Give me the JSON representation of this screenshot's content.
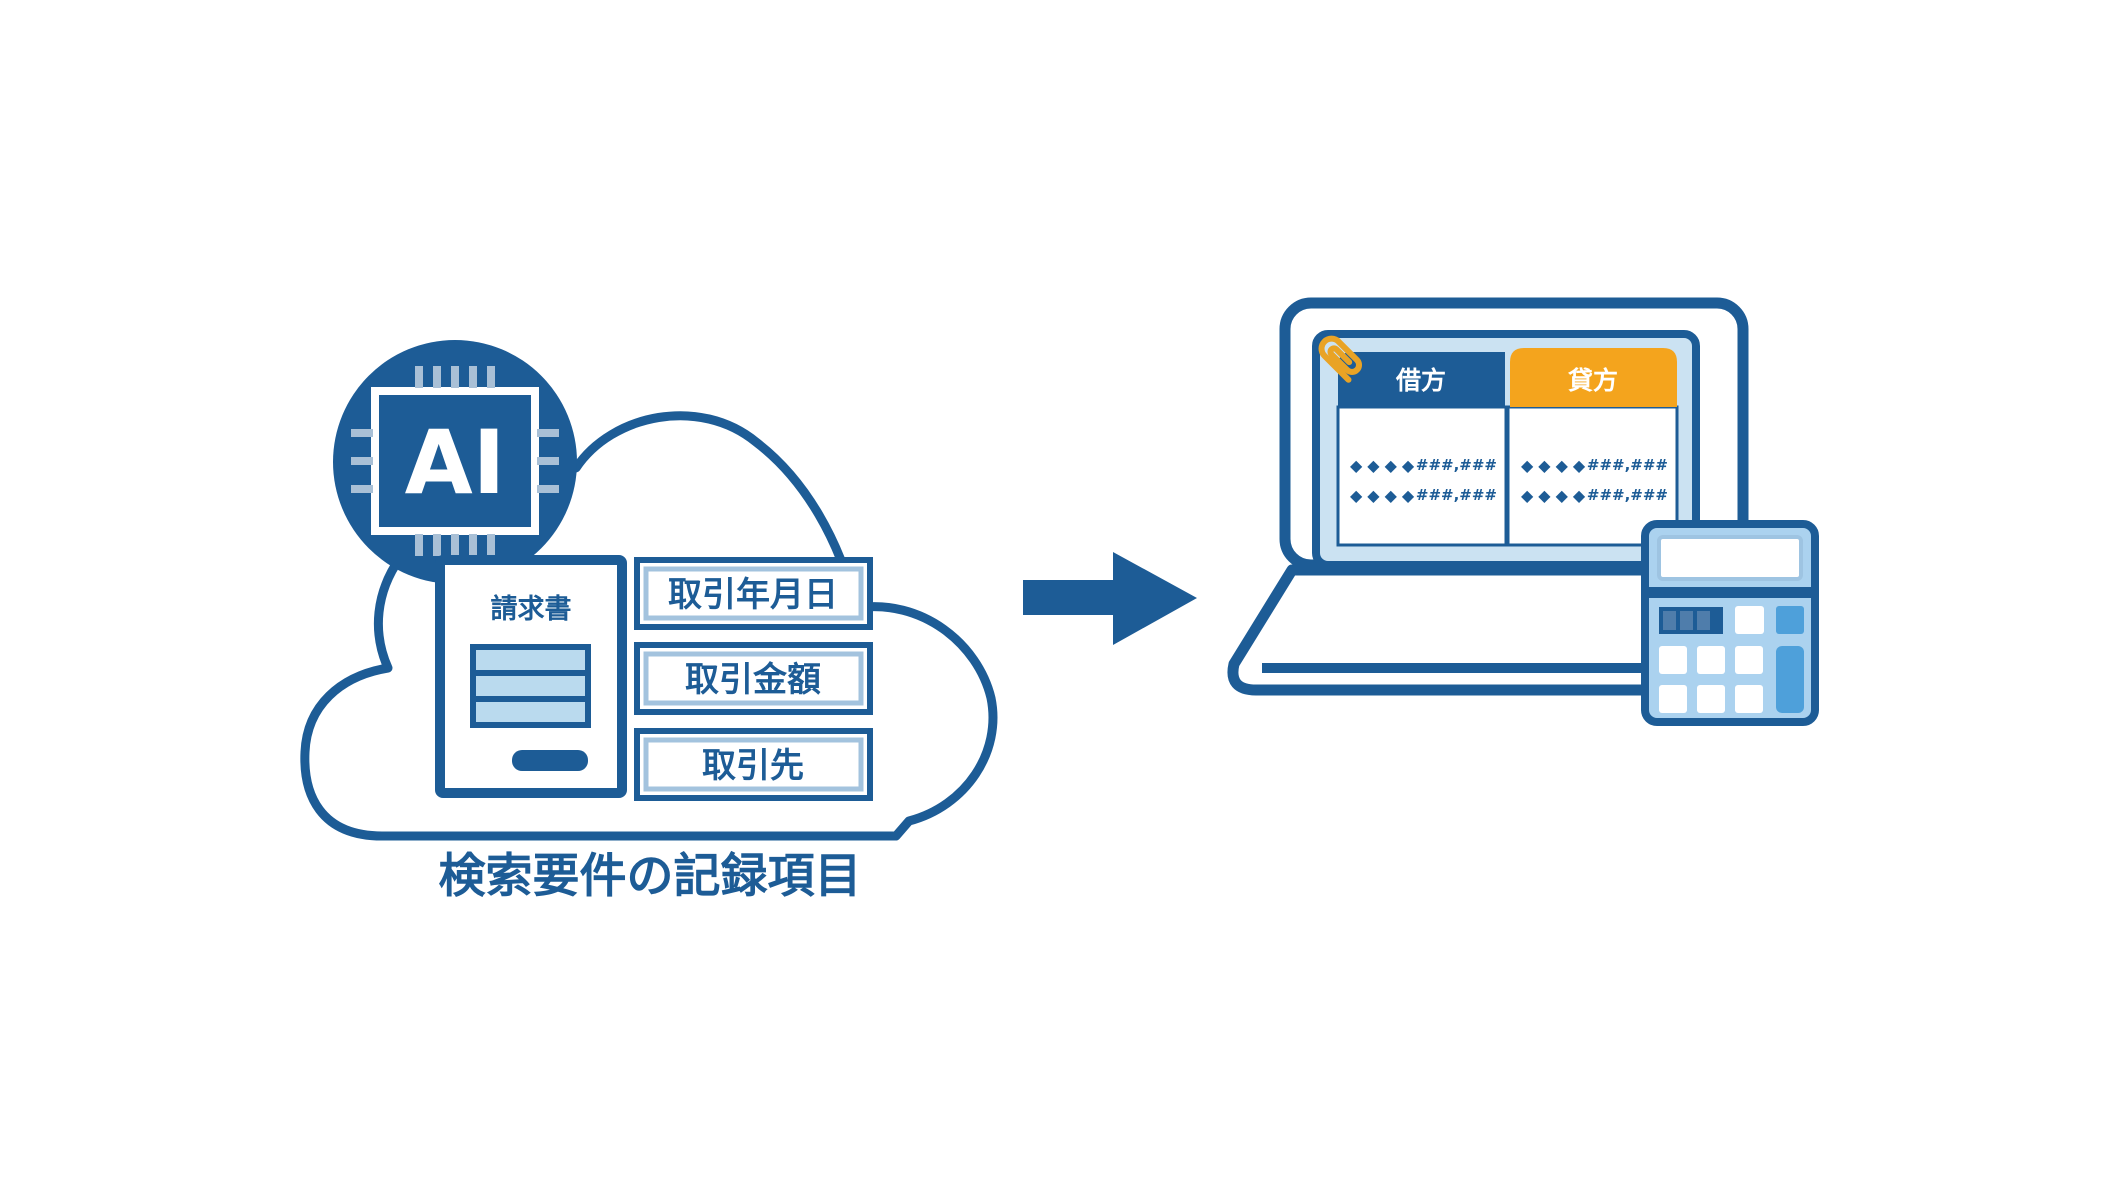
{
  "colors": {
    "primary_navy": "#1d5c96",
    "light_screen_blue": "#cbe2f2",
    "document_bar_fill": "#badaee",
    "chip_pin_blue": "#a9c0d6",
    "tab_orange": "#f4a41d",
    "paperclip_orange": "#e9a325",
    "calculator_body_blue": "#abd2ef",
    "calculator_key_blue": "#4ea0da",
    "white": "#ffffff"
  },
  "icons": {
    "cloud-icon": "☁",
    "ai-chip-icon": "AI chip glyph",
    "document-icon": "📄",
    "arrow-right-icon": "→",
    "paperclip-icon": "📎",
    "laptop-icon": "💻",
    "calculator-icon": "🖩"
  },
  "left": {
    "ai_label": "AI",
    "document_title": "請求書",
    "record_items": [
      {
        "label": "取引年月日"
      },
      {
        "label": "取引金額"
      },
      {
        "label": "取引先"
      }
    ],
    "caption": "検索要件の記録項目"
  },
  "right": {
    "table": {
      "columns": [
        {
          "header": "借方",
          "header_color": "#1d5c96",
          "rows": [
            {
              "dots": "◆◆◆◆",
              "amount": "###,###"
            },
            {
              "dots": "◆◆◆◆",
              "amount": "###,###"
            }
          ]
        },
        {
          "header": "貸方",
          "header_color": "#f4a41d",
          "rows": [
            {
              "dots": "◆◆◆◆",
              "amount": "###,###"
            },
            {
              "dots": "◆◆◆◆",
              "amount": "###,###"
            }
          ]
        }
      ]
    }
  }
}
